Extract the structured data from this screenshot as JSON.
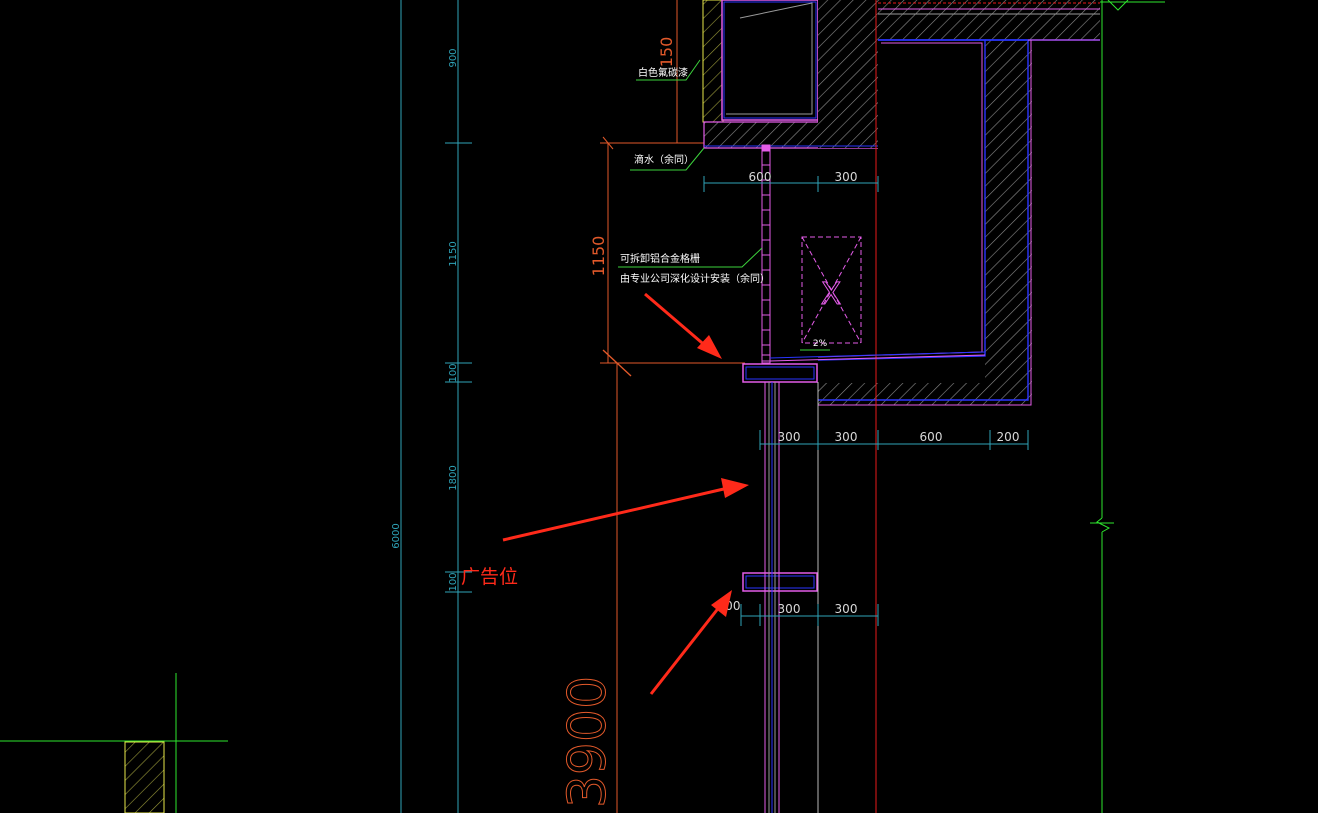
{
  "drawing": {
    "background": "#000000",
    "colors": {
      "dim_cyan": "#2fa3b8",
      "dim_orange": "#e2592a",
      "wall_magenta": "#e35ce8",
      "wall_blue": "#2a35ff",
      "hatch_gray": "#9a9a9a",
      "leader_green": "#3cd23c",
      "note_white": "#ffffff",
      "axis_red": "#e81a1a",
      "axis_green": "#2ee62e",
      "arrow_red": "#ff2a1a",
      "column_yellow": "#e8e84a"
    },
    "left_dimensions": {
      "d900": "900",
      "d1150": "1150",
      "d100_top": "100",
      "d1800": "1800",
      "d100_bottom": "100",
      "overall": "6000"
    },
    "orange_dimensions": {
      "top": "150",
      "middle": "1150",
      "big": "3900"
    },
    "horizontal_dimensions": {
      "row1": [
        "600",
        "300"
      ],
      "row2": [
        "300",
        "300",
        "600",
        "200"
      ],
      "row3": [
        "100",
        "300",
        "300"
      ]
    },
    "notes": {
      "paint": "白色氟碳漆",
      "drip": "滴水（余同）",
      "grille_line1": "可拆卸铝合金格栅",
      "grille_line2": "由专业公司深化设计安装（余同）",
      "slope": "2%",
      "ad_label": "广告位"
    },
    "symbols": {
      "ac_unit_mark": "X"
    }
  }
}
